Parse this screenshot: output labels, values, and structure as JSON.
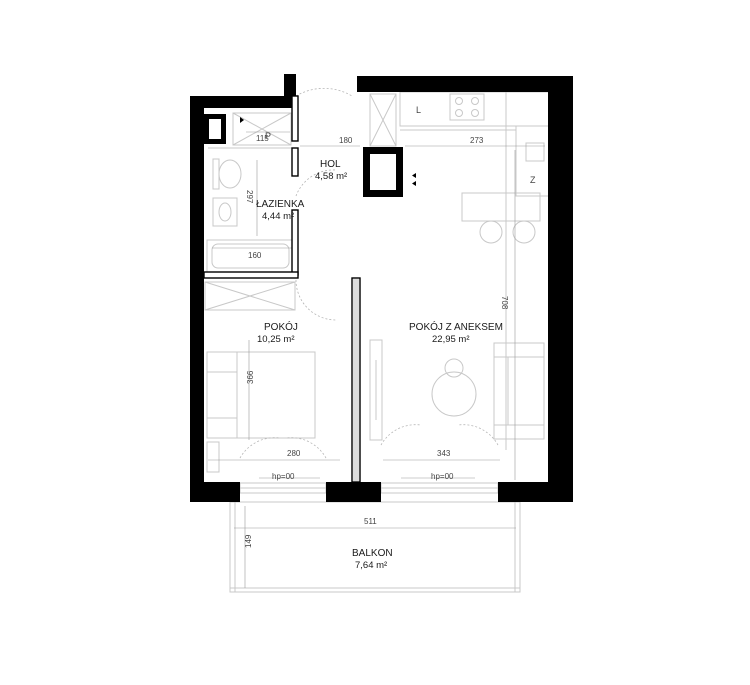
{
  "rooms": {
    "hol": {
      "name": "HOL",
      "area": "4,58 m²"
    },
    "lazienka": {
      "name": "ŁAZIENKA",
      "area": "4,44 m²"
    },
    "pokoj": {
      "name": "POKÓJ",
      "area": "10,25 m²"
    },
    "pokoj_aneks": {
      "name": "POKÓJ Z ANEKSEM",
      "area": "22,95 m²"
    },
    "balkon": {
      "name": "BALKON",
      "area": "7,64 m²"
    }
  },
  "dimensions": {
    "d115": "115",
    "d180": "180",
    "d273": "273",
    "d297": "297",
    "d160": "160",
    "d708": "708",
    "d366": "366",
    "d280": "280",
    "d343": "343",
    "d511": "511",
    "d149": "149",
    "hp_left": "hp=00",
    "hp_right": "hp=00"
  },
  "symbols": {
    "p_label": "P",
    "l_label": "L",
    "z_label": "Z"
  },
  "colors": {
    "wall": "#000000",
    "fixture": "#c8c8c8",
    "dimension_line": "#9a9a9a"
  }
}
